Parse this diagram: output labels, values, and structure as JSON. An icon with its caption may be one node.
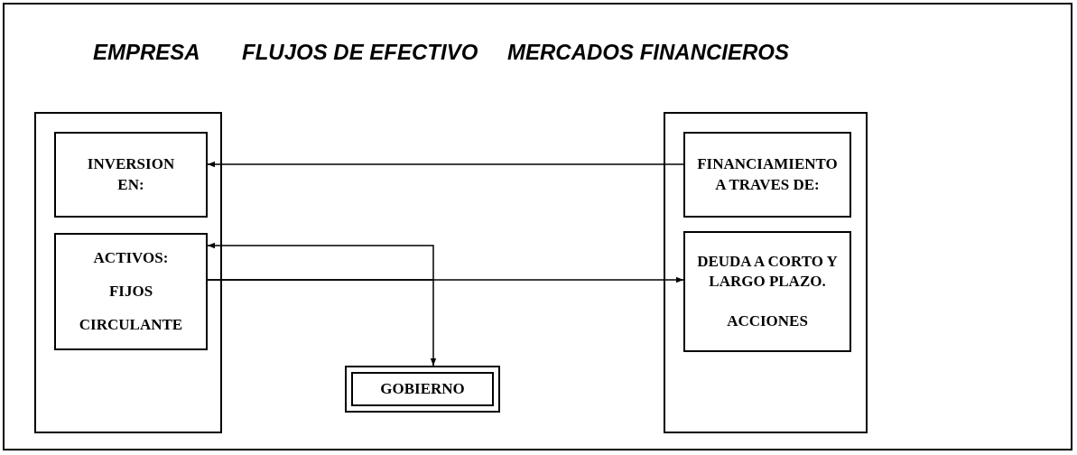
{
  "diagram": {
    "nodes": [
      {
        "text": [],
        "shape": "box"
      },
      {
        "text": [
          "INVERSION EN:"
        ],
        "in": 0
      },
      {
        "text": [
          "ACTIVOS:",
          "FIJOS",
          "CIRCULANTE"
        ],
        "in": 0
      },
      {
        "text": [],
        "shape": "box"
      },
      {
        "text": [
          "FINANCIAMIENTO A TRAVES DE:"
        ],
        "in": 3
      },
      {
        "text": [
          "DEUDA A CORTO Y LARGO PLAZO.",
          "ACCIONES"
        ],
        "in": 3
      },
      {
        "text": [
          "GOBIERNO"
        ]
      }
    ],
    "edges": [
      {
        "from": 4,
        "to": 1,
        "arrow": "to"
      },
      {
        "from": 2,
        "to": 5,
        "arrow": "to"
      },
      {
        "from": 2,
        "to": 6,
        "arrow": "to"
      },
      {
        "from": null,
        "to": 2,
        "arrow": "to"
      }
    ],
    "labels": [
      "EMPRESA",
      "FLUJOS DE EFECTIVO",
      "MERCADOS FINANCIEROS"
    ]
  }
}
